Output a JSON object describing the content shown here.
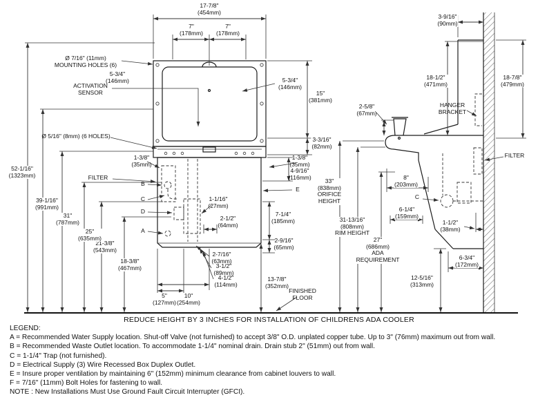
{
  "bottom_note": "REDUCE HEIGHT BY 3 INCHES FOR INSTALLATION OF CHILDRENS ADA COOLER",
  "legend": {
    "title": "LEGEND:",
    "items": [
      "A = Recommended Water Supply location. Shut-off Valve (not furnished) to accept 3/8\" O.D. unplated copper tube. Up to 3\" (76mm) maximum out from wall.",
      "B = Recommended Waste Outlet location. To accommodate 1-1/4\" nominal drain. Drain stub 2\" (51mm) out from wall.",
      "C = 1-1/4\" Trap (not furnished).",
      "D = Electrical Supply (3) Wire Recessed Box Duplex Outlet.",
      "E = Insure proper ventilation by maintaining 6\" (152mm) minimum clearance from cabinet louvers to wall.",
      "F = 7/16\" (11mm) Bolt Holes for fastening to wall."
    ],
    "note": "NOTE : New Installations Must Use Ground Fault Circuit Interrupter (GFCI)."
  },
  "front": {
    "dim_width_total": "17-7/8\"\n(454mm)",
    "dim_left_7": "7\"\n(178mm)",
    "dim_right_7": "7\"\n(178mm)",
    "mounting_holes": "Ø 7/16\" (11mm)\nMOUNTING HOLES (6)",
    "activation_sensor": "ACTIVATION\nSENSOR",
    "dim_sensor_left": "5-3/4\"\n(146mm)",
    "dim_sensor_right": "5-3/4\"\n(146mm)",
    "dim_15": "15\"\n(381mm)",
    "holes_6": "Ø 5/16\" (8mm) (6 HOLES)",
    "dim_3_3_16": "3-3/16\"\n(82mm)",
    "dim_1_3_8_left": "1-3/8\"\n(35mm)",
    "dim_1_3_8_right": "1-3/8\"\n(35mm)",
    "filter": "FILTER",
    "dim_4_9_16": "4-9/16\"\n(116mm)",
    "callout_a": "A",
    "callout_b": "B",
    "callout_c": "C",
    "callout_d": "D",
    "callout_e": "E",
    "dim_1_1_16": "1-1/16\"\n(27mm)",
    "dim_2_1_2": "2-1/2\"\n(64mm)",
    "dim_7_1_4": "7-1/4\"\n(185mm)",
    "dim_2_9_16": "2-9/16\"\n(65mm)",
    "dim_2_7_16": "2-7/16\"\n(63mm)",
    "dim_3_1_2": "3-1/2\"\n(89mm)",
    "dim_4_1_2": "4-1/2\"\n(114mm)",
    "dim_13_7_8": "13-7/8\"\n(352mm)",
    "dim_5": "5\"\n(127mm)",
    "dim_10": "10\"\n(254mm)",
    "dim_18_3_8": "18-3/8\"\n(467mm)",
    "dim_21_3_8": "21-3/8\"\n(543mm)",
    "dim_25": "25\"\n(635mm)",
    "dim_31": "31\"\n(787mm)",
    "dim_39_1_16": "39-1/16\"\n(991mm)",
    "dim_52_1_16": "52-1/16\"\n(1323mm)",
    "finished_floor": "FINISHED\nFLOOR"
  },
  "side": {
    "dim_3_9_16": "3-9/16\"\n(90mm)",
    "dim_18_7_8": "18-7/8\"\n(479mm)",
    "dim_18_1_2": "18-1/2\"\n(471mm)",
    "hanger_bracket": "HANGER\nBRACKET",
    "dim_2_5_8": "2-5/8\"\n(67mm)",
    "filter": "FILTER",
    "dim_8": "8\"\n(203mm)",
    "callout_c": "C",
    "dim_6_1_4": "6-1/4\"\n(159mm)",
    "dim_33": "33\"\n(838mm)\nORIFICE\nHEIGHT",
    "dim_31_13_16": "31-13/16\"\n(808mm)\nRIM HEIGHT",
    "dim_1_1_2": "1-1/2\"\n(38mm)",
    "dim_27": "27\"\n(686mm)\nADA\nREQUIREMENT",
    "dim_6_3_4": "6-3/4\"\n(172mm)",
    "dim_12_5_16": "12-5/16\"\n(313mm)"
  }
}
